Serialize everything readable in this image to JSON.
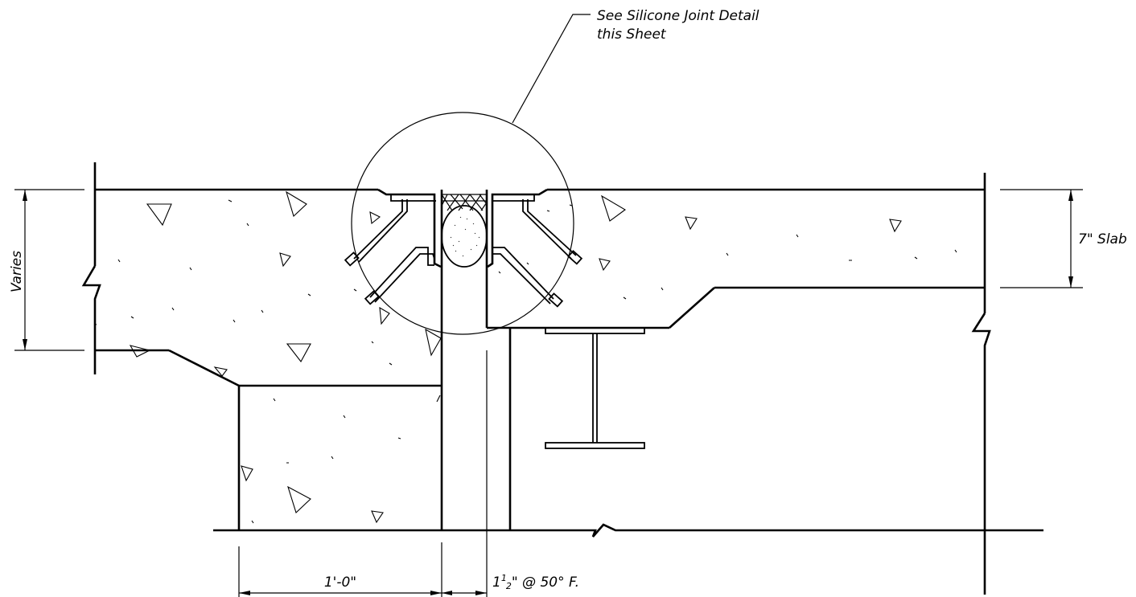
{
  "annotations": {
    "callout_line1": "See Silicone Joint Detail",
    "callout_line2": "this Sheet",
    "left_dimension": "Varies",
    "right_dimension": "7\" Slab",
    "bottom_width": "1'-0\"",
    "gap_whole": "1",
    "gap_numerator": "1",
    "gap_denominator": "2",
    "gap_rest": "\" @ 50° F."
  }
}
